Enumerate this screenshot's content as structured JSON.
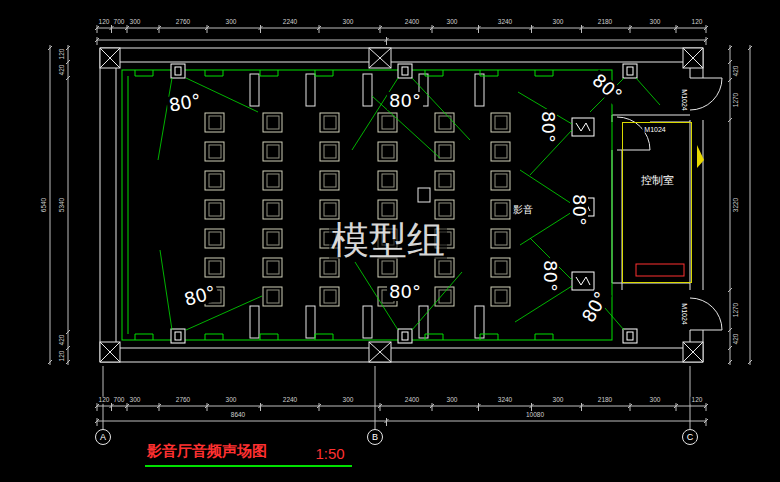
{
  "diagram": {
    "title": "影音厅音频声场图",
    "nodes": [
      {
        "text": [
          "控制室"
        ]
      }
    ],
    "labels": [
      "80°",
      "80°",
      "80°",
      "80°",
      "80°",
      "80°",
      "80°",
      "80°",
      "80°",
      "影音",
      "M1024",
      "M1024",
      "M1024",
      "模型组",
      "1:50",
      "A",
      "B",
      "C",
      "120",
      "700",
      "300",
      "2760",
      "300",
      "2240",
      "300",
      "2400",
      "300",
      "3240",
      "300",
      "2180",
      "300",
      "120",
      "120",
      "700",
      "300",
      "2760",
      "300",
      "2240",
      "300",
      "2400",
      "300",
      "3240",
      "300",
      "2180",
      "300",
      "120",
      "8640",
      "10080",
      "6540",
      "120",
      "420",
      "5340",
      "420",
      "120",
      "420",
      "1270",
      "3220",
      "1270",
      "420"
    ]
  }
}
